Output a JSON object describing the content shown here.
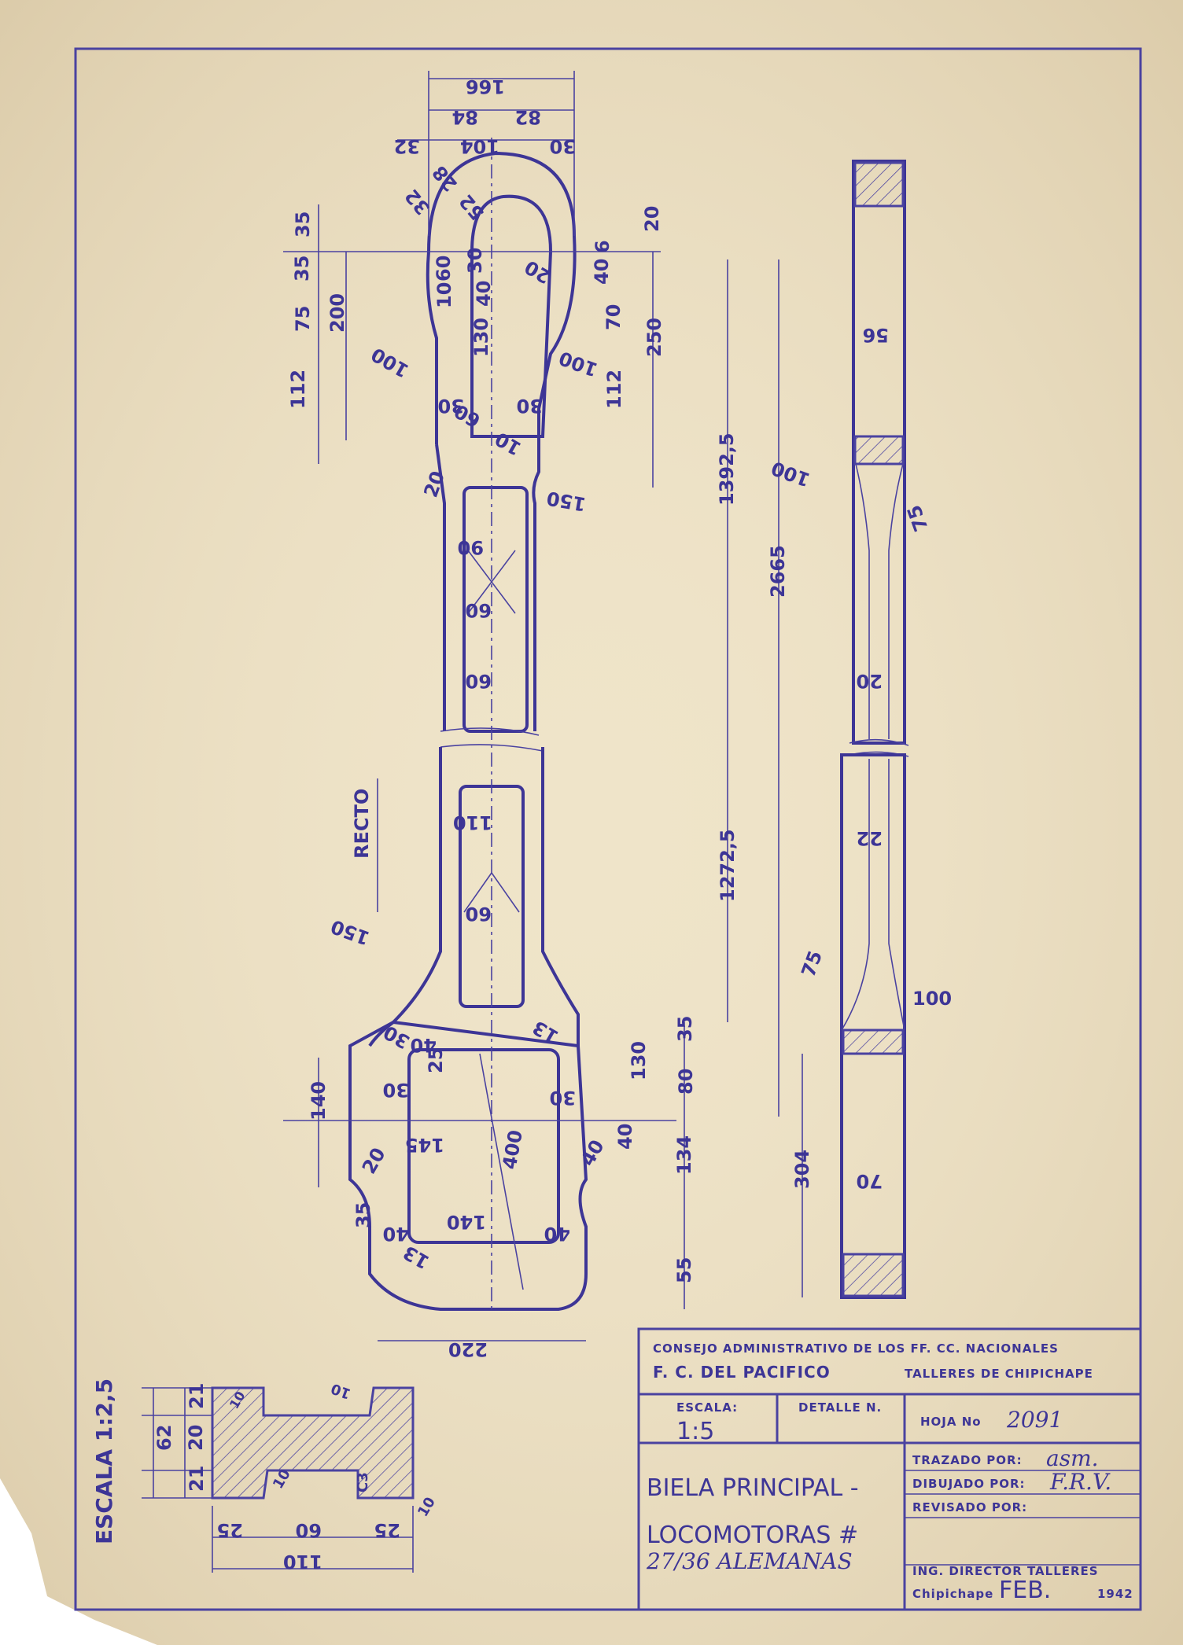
{
  "colors": {
    "paper": "#efe4c9",
    "ink": "#4a42a0"
  },
  "title_block": {
    "org_line1": "CONSEJO ADMINISTRATIVO DE LOS FF. CC. NACIONALES",
    "org_line2_left": "F. C. DEL PACIFICO",
    "org_line2_right": "TALLERES DE CHIPICHAPE",
    "escala_label": "ESCALA:",
    "escala_value": "1:5",
    "detalle_label": "DETALLE N.",
    "hoja_label": "HOJA No",
    "hoja_value": "2091",
    "title_line1": "BIELA PRINCIPAL -",
    "title_line2": "LOCOMOTORAS #",
    "title_line3": "27/36 ALEMANAS",
    "trazado_label": "TRAZADO POR:",
    "trazado_value": "asm.",
    "dibujado_label": "DIBUJADO POR:",
    "dibujado_value": "F.R.V.",
    "revisado_label": "REVISADO POR:",
    "ing_label": "ING. DIRECTOR TALLERES",
    "place": "Chipichape",
    "month": "FEB.",
    "year": "1942"
  },
  "section_view": {
    "scale_label": "ESCALA 1:2,5",
    "dims": [
      "62",
      "21",
      "20",
      "21",
      "60",
      "25",
      "25",
      "110",
      "10",
      "10",
      "10",
      "10",
      "C3"
    ]
  },
  "main_view_dims": [
    "166",
    "84",
    "82",
    "32",
    "104",
    "30",
    "20",
    "35",
    "35",
    "75",
    "200",
    "112",
    "40",
    "30",
    "40",
    "6",
    "70",
    "250",
    "112",
    "130",
    "30",
    "30",
    "100",
    "100",
    "60",
    "10",
    "20",
    "150",
    "90",
    "60",
    "60",
    "110",
    "60",
    "150",
    "RECTO",
    "1392,5",
    "2665",
    "1272,5",
    "30",
    "40",
    "25",
    "13",
    "130",
    "35",
    "80",
    "140",
    "30",
    "30",
    "145",
    "400",
    "40",
    "40",
    "20",
    "134",
    "35",
    "40",
    "140",
    "40",
    "13",
    "55",
    "220",
    "32",
    "28",
    "52",
    "20",
    "10",
    "60"
  ],
  "side_view_dims": [
    "56",
    "100",
    "75",
    "20",
    "22",
    "75",
    "100",
    "304",
    "70"
  ]
}
